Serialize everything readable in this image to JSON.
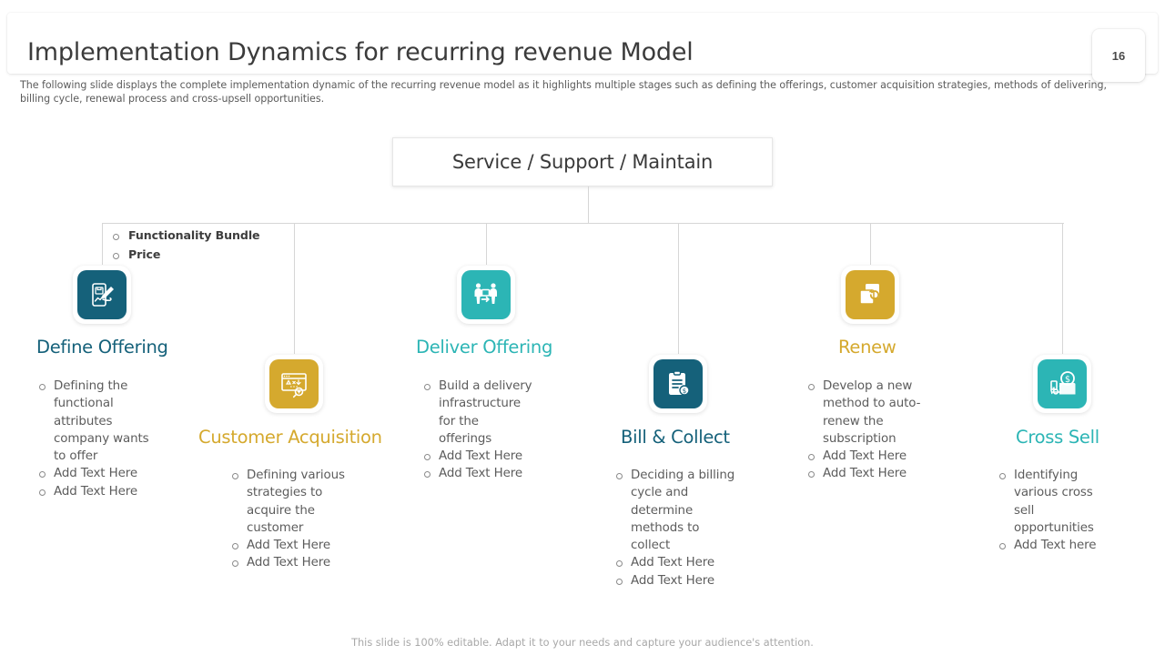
{
  "header": {
    "title": "Implementation Dynamics for recurring revenue Model",
    "page_number": "16",
    "subtitle": "The following slide displays the complete implementation dynamic of the recurring revenue model as it highlights multiple stages such as defining the offerings, customer acquisition strategies, methods of delivering, billing cycle, renewal process and cross-upsell opportunities."
  },
  "top_node": {
    "label": "Service / Support / Maintain"
  },
  "top_bullets": [
    "Functionality Bundle",
    "Price"
  ],
  "colors": {
    "dark_teal": "#15617a",
    "teal": "#2cb5b5",
    "gold": "#d5a92e",
    "connector": "#d6d6d6",
    "body_text": "#5c5c5c"
  },
  "columns": [
    {
      "id": "define-offering",
      "title": "Define Offering",
      "title_color": "#15617a",
      "tile_color": "#15617a",
      "icon": "mobile-edit-icon",
      "bullets": [
        "Defining the functional attributes company wants to offer",
        "Add Text Here",
        "Add Text Here"
      ]
    },
    {
      "id": "customer-acquisition",
      "title": "Customer Acquisition",
      "title_color": "#d5a92e",
      "tile_color": "#d5a92e",
      "icon": "browser-target-icon",
      "bullets": [
        "Defining  various strategies to acquire the customer",
        "Add Text Here",
        "Add Text Here"
      ]
    },
    {
      "id": "deliver-offering",
      "title": "Deliver Offering",
      "title_color": "#2cb5b5",
      "tile_color": "#2cb5b5",
      "icon": "handover-people-icon",
      "bullets": [
        "Build a delivery infrastructure for the offerings",
        "Add Text Here",
        "Add Text Here"
      ]
    },
    {
      "id": "bill-and-collect",
      "title": "Bill & Collect",
      "title_color": "#15617a",
      "tile_color": "#15617a",
      "icon": "invoice-clipboard-icon",
      "bullets": [
        "Deciding a billing cycle and determine methods to collect",
        "Add Text Here",
        "Add Text Here"
      ]
    },
    {
      "id": "renew",
      "title": "Renew",
      "title_color": "#d5a92e",
      "tile_color": "#d5a92e",
      "icon": "refresh-copy-icon",
      "bullets": [
        "Develop a new method to auto-renew the subscription",
        "Add Text Here",
        "Add Text Here"
      ]
    },
    {
      "id": "cross-sell",
      "title": "Cross Sell",
      "title_color": "#2cb5b5",
      "tile_color": "#2cb5b5",
      "icon": "cross-sell-magnifier-icon",
      "bullets": [
        "Identifying various cross sell opportunities",
        "Add Text here"
      ]
    }
  ],
  "footer": {
    "note": "This slide is 100% editable. Adapt it to your needs and capture your audience's attention."
  }
}
